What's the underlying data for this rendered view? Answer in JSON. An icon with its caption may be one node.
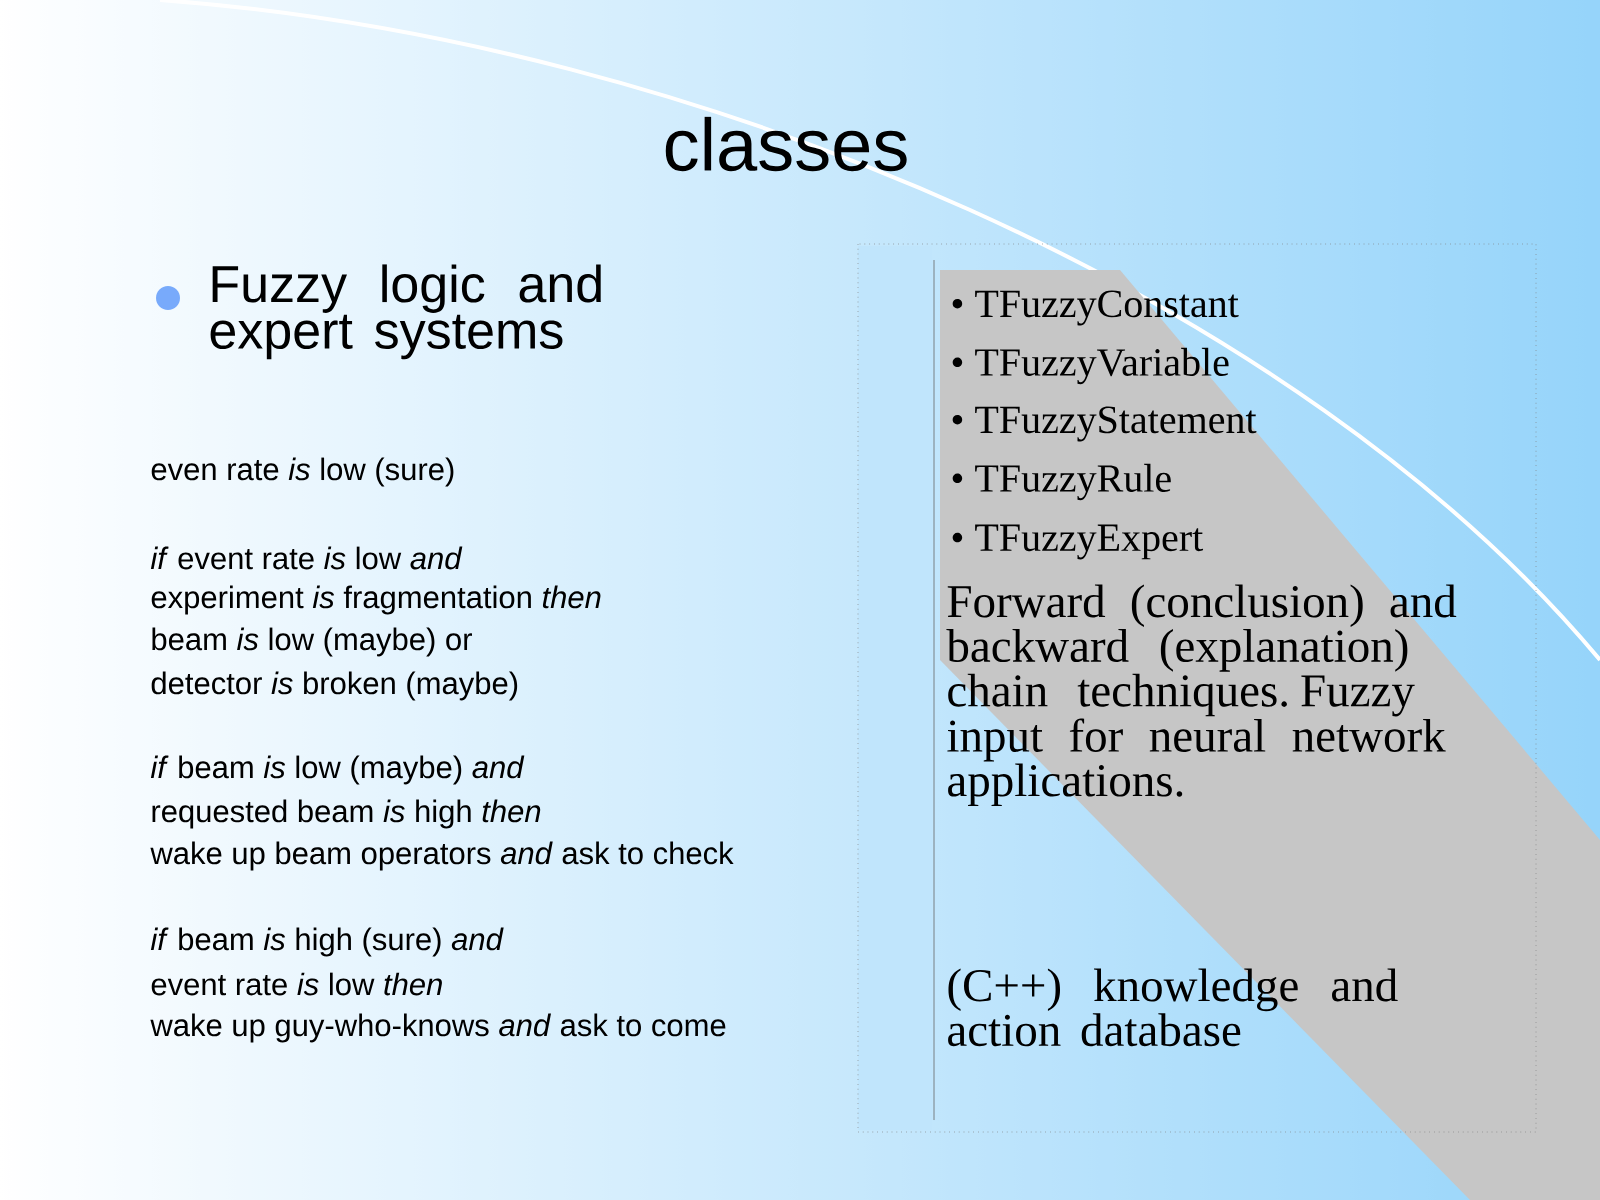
{
  "diagram": {
    "title": "classes",
    "labels": [
      "Fuzzy logic and expert systems",
      "even rate *is* low (sure)",
      "*if* event rate *is* low *and*",
      "experiment *is* fragmentation *then*",
      "beam *is* low (maybe) or",
      "detector *is* broken (maybe)",
      "*if* beam *is* low (maybe) *and*",
      "requested beam *is* high *then*",
      "wake up beam operators *and* ask to check",
      "*if* beam *is* high (sure) *and*",
      "event rate *is* low *then*",
      "wake up guy-who-knows *and* ask to come",
      "• TFuzzyConstant",
      "• TFuzzyVariable",
      "• TFuzzyStatement",
      "• TFuzzyRule",
      "• TFuzzyExpert",
      "Forward (conclusion) and backward (explanation) chain techniques. Fuzzy input for neural network applications.",
      "(C++) knowledge and action database"
    ]
  }
}
